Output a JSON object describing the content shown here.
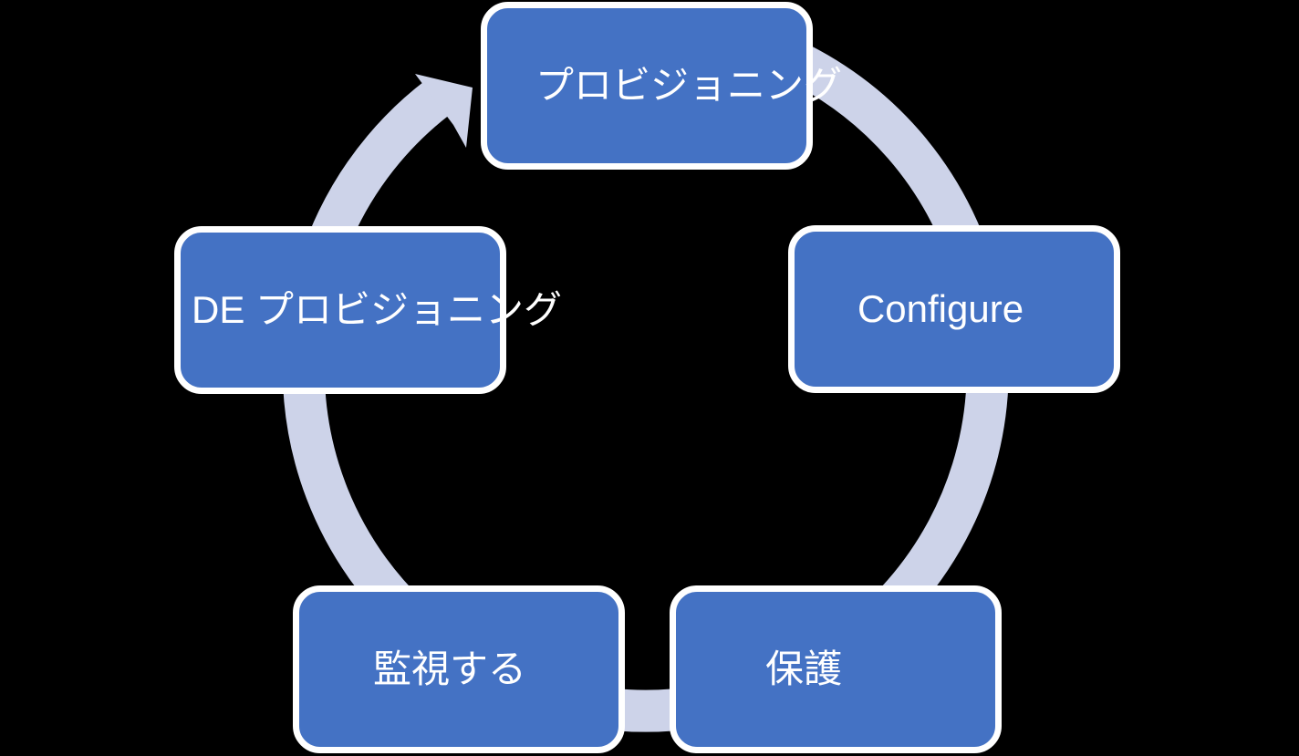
{
  "diagram": {
    "type": "cycle",
    "flow_direction": "clockwise",
    "nodes": [
      {
        "id": "provisioning",
        "position": "top",
        "label": "プロビジョニング"
      },
      {
        "id": "configure",
        "position": "right",
        "label": "Configure"
      },
      {
        "id": "protect",
        "position": "bottom-right",
        "label": "保護"
      },
      {
        "id": "monitor",
        "position": "bottom-left",
        "label": "監視する"
      },
      {
        "id": "de-provisioning",
        "position": "left",
        "label": "DE プロビジョニング"
      }
    ],
    "colors": {
      "node_fill": "#4472C4",
      "node_border": "#FFFFFF",
      "arrow_ring": "#CDD3E9",
      "label_text": "#FFFFFF",
      "background": "#000000"
    }
  }
}
